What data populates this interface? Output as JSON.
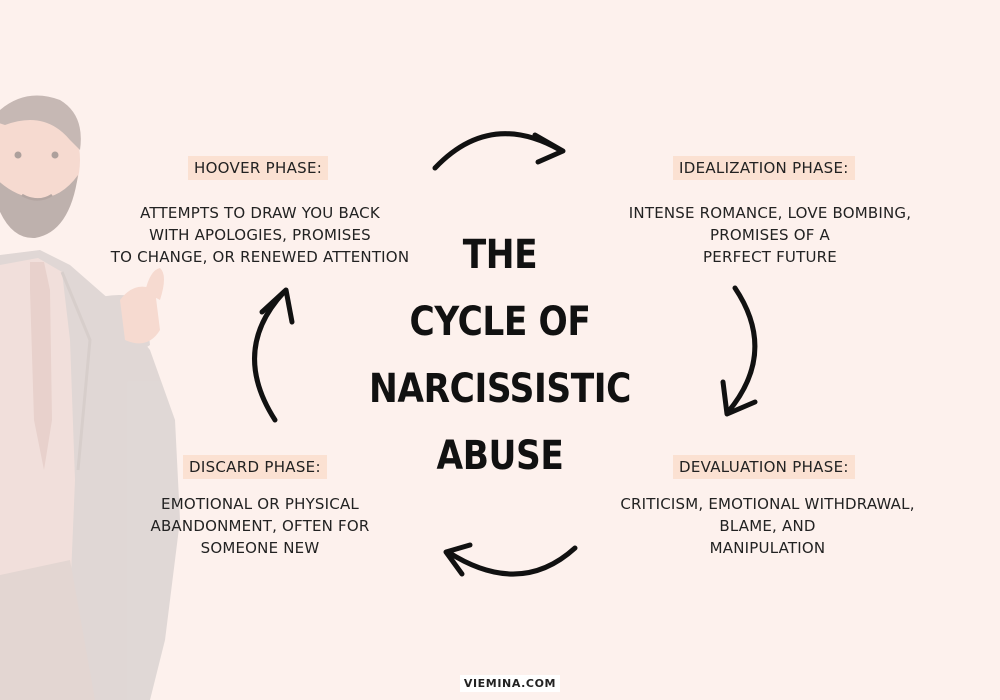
{
  "title_lines": [
    "THE",
    "CYCLE OF",
    "NARCISSISTIC",
    "ABUSE"
  ],
  "phases": {
    "hoover": {
      "label": "HOOVER PHASE:",
      "lines": [
        "ATTEMPTS TO DRAW YOU BACK",
        "WITH APOLOGIES, PROMISES",
        "TO CHANGE, OR RENEWED ATTENTION"
      ]
    },
    "idealization": {
      "label": "IDEALIZATION PHASE:",
      "lines": [
        "INTENSE ROMANCE, LOVE BOMBING,",
        "PROMISES  OF A",
        "PERFECT FUTURE"
      ]
    },
    "devaluation": {
      "label": "DEVALUATION PHASE:",
      "lines": [
        "CRITICISM, EMOTIONAL WITHDRAWAL,",
        "BLAME, AND",
        "MANIPULATION"
      ]
    },
    "discard": {
      "label": "DISCARD PHASE:",
      "lines": [
        "EMOTIONAL OR PHYSICAL",
        "ABANDONMENT, OFTEN FOR",
        "SOMEONE NEW"
      ]
    }
  },
  "footer": "VIEMINA.COM",
  "colors": {
    "background": "#fdf1ed",
    "label_highlight": "#fbe1d2",
    "text": "#222222",
    "arrow": "#111111"
  }
}
